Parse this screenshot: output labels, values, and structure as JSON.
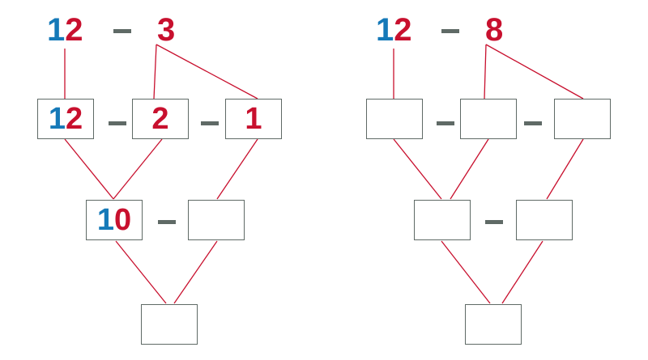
{
  "colors": {
    "tens": "#1579b8",
    "ones": "#c8102e",
    "box_border": "#5f6a66",
    "line": "#c8102e"
  },
  "operator": "–",
  "left": {
    "minuend": {
      "tens": "1",
      "ones": "2"
    },
    "subtrahend": "3",
    "row1": [
      {
        "tens": "1",
        "ones": "2"
      },
      {
        "tens": "",
        "ones": "2"
      },
      {
        "tens": "",
        "ones": "1"
      }
    ],
    "row2": [
      {
        "tens": "1",
        "ones": "0"
      },
      {
        "tens": "",
        "ones": ""
      }
    ],
    "result": {
      "tens": "",
      "ones": ""
    }
  },
  "right": {
    "minuend": {
      "tens": "1",
      "ones": "2"
    },
    "subtrahend": "8",
    "row1": [
      {
        "tens": "",
        "ones": ""
      },
      {
        "tens": "",
        "ones": ""
      },
      {
        "tens": "",
        "ones": ""
      }
    ],
    "row2": [
      {
        "tens": "",
        "ones": ""
      },
      {
        "tens": "",
        "ones": ""
      }
    ],
    "result": {
      "tens": "",
      "ones": ""
    }
  }
}
